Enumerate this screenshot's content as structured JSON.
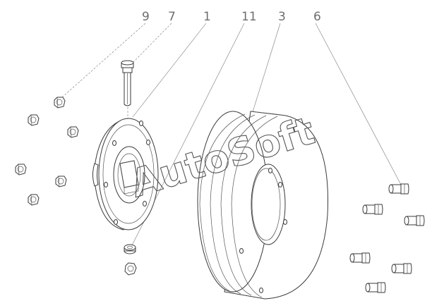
{
  "callouts": {
    "c9": "9",
    "c7": "7",
    "c1": "1",
    "c11": "11",
    "c3": "3",
    "c6": "6"
  },
  "watermark": "AutoSoft"
}
